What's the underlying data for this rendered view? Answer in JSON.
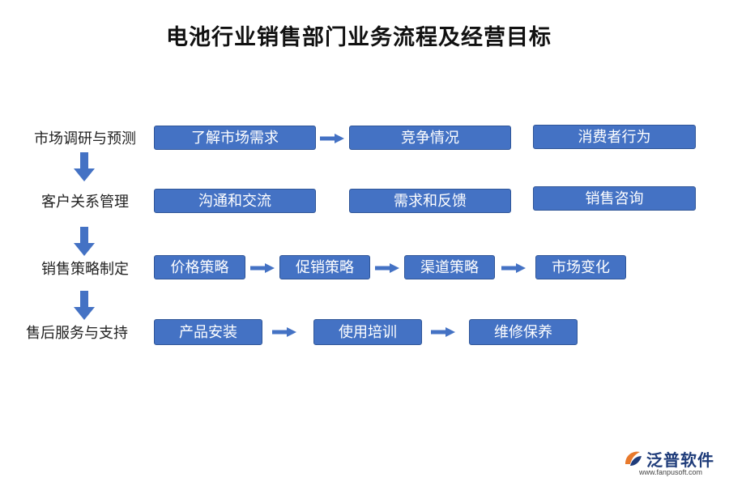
{
  "title": "电池行业销售部门业务流程及经营目标",
  "rows": [
    {
      "label": "市场调研与预测",
      "boxes": [
        "了解市场需求",
        "竞争情况",
        "消费者行为"
      ]
    },
    {
      "label": "客户关系管理",
      "boxes": [
        "沟通和交流",
        "需求和反馈",
        "销售咨询"
      ]
    },
    {
      "label": "销售策略制定",
      "boxes": [
        "价格策略",
        "促销策略",
        "渠道策略",
        "市场变化"
      ]
    },
    {
      "label": "售后服务与支持",
      "boxes": [
        "产品安装",
        "使用培训",
        "维修保养"
      ]
    }
  ],
  "logo": {
    "name": "泛普软件",
    "url": "www.fanpusoft.com"
  },
  "colors": {
    "box_fill": "#4472c4",
    "box_border": "#2f5597",
    "arrow": "#4472c4"
  },
  "icons": {
    "flow_arrow": "arrow-right-icon",
    "step_arrow": "arrow-down-icon",
    "brand": "fanpu-logo-icon"
  }
}
